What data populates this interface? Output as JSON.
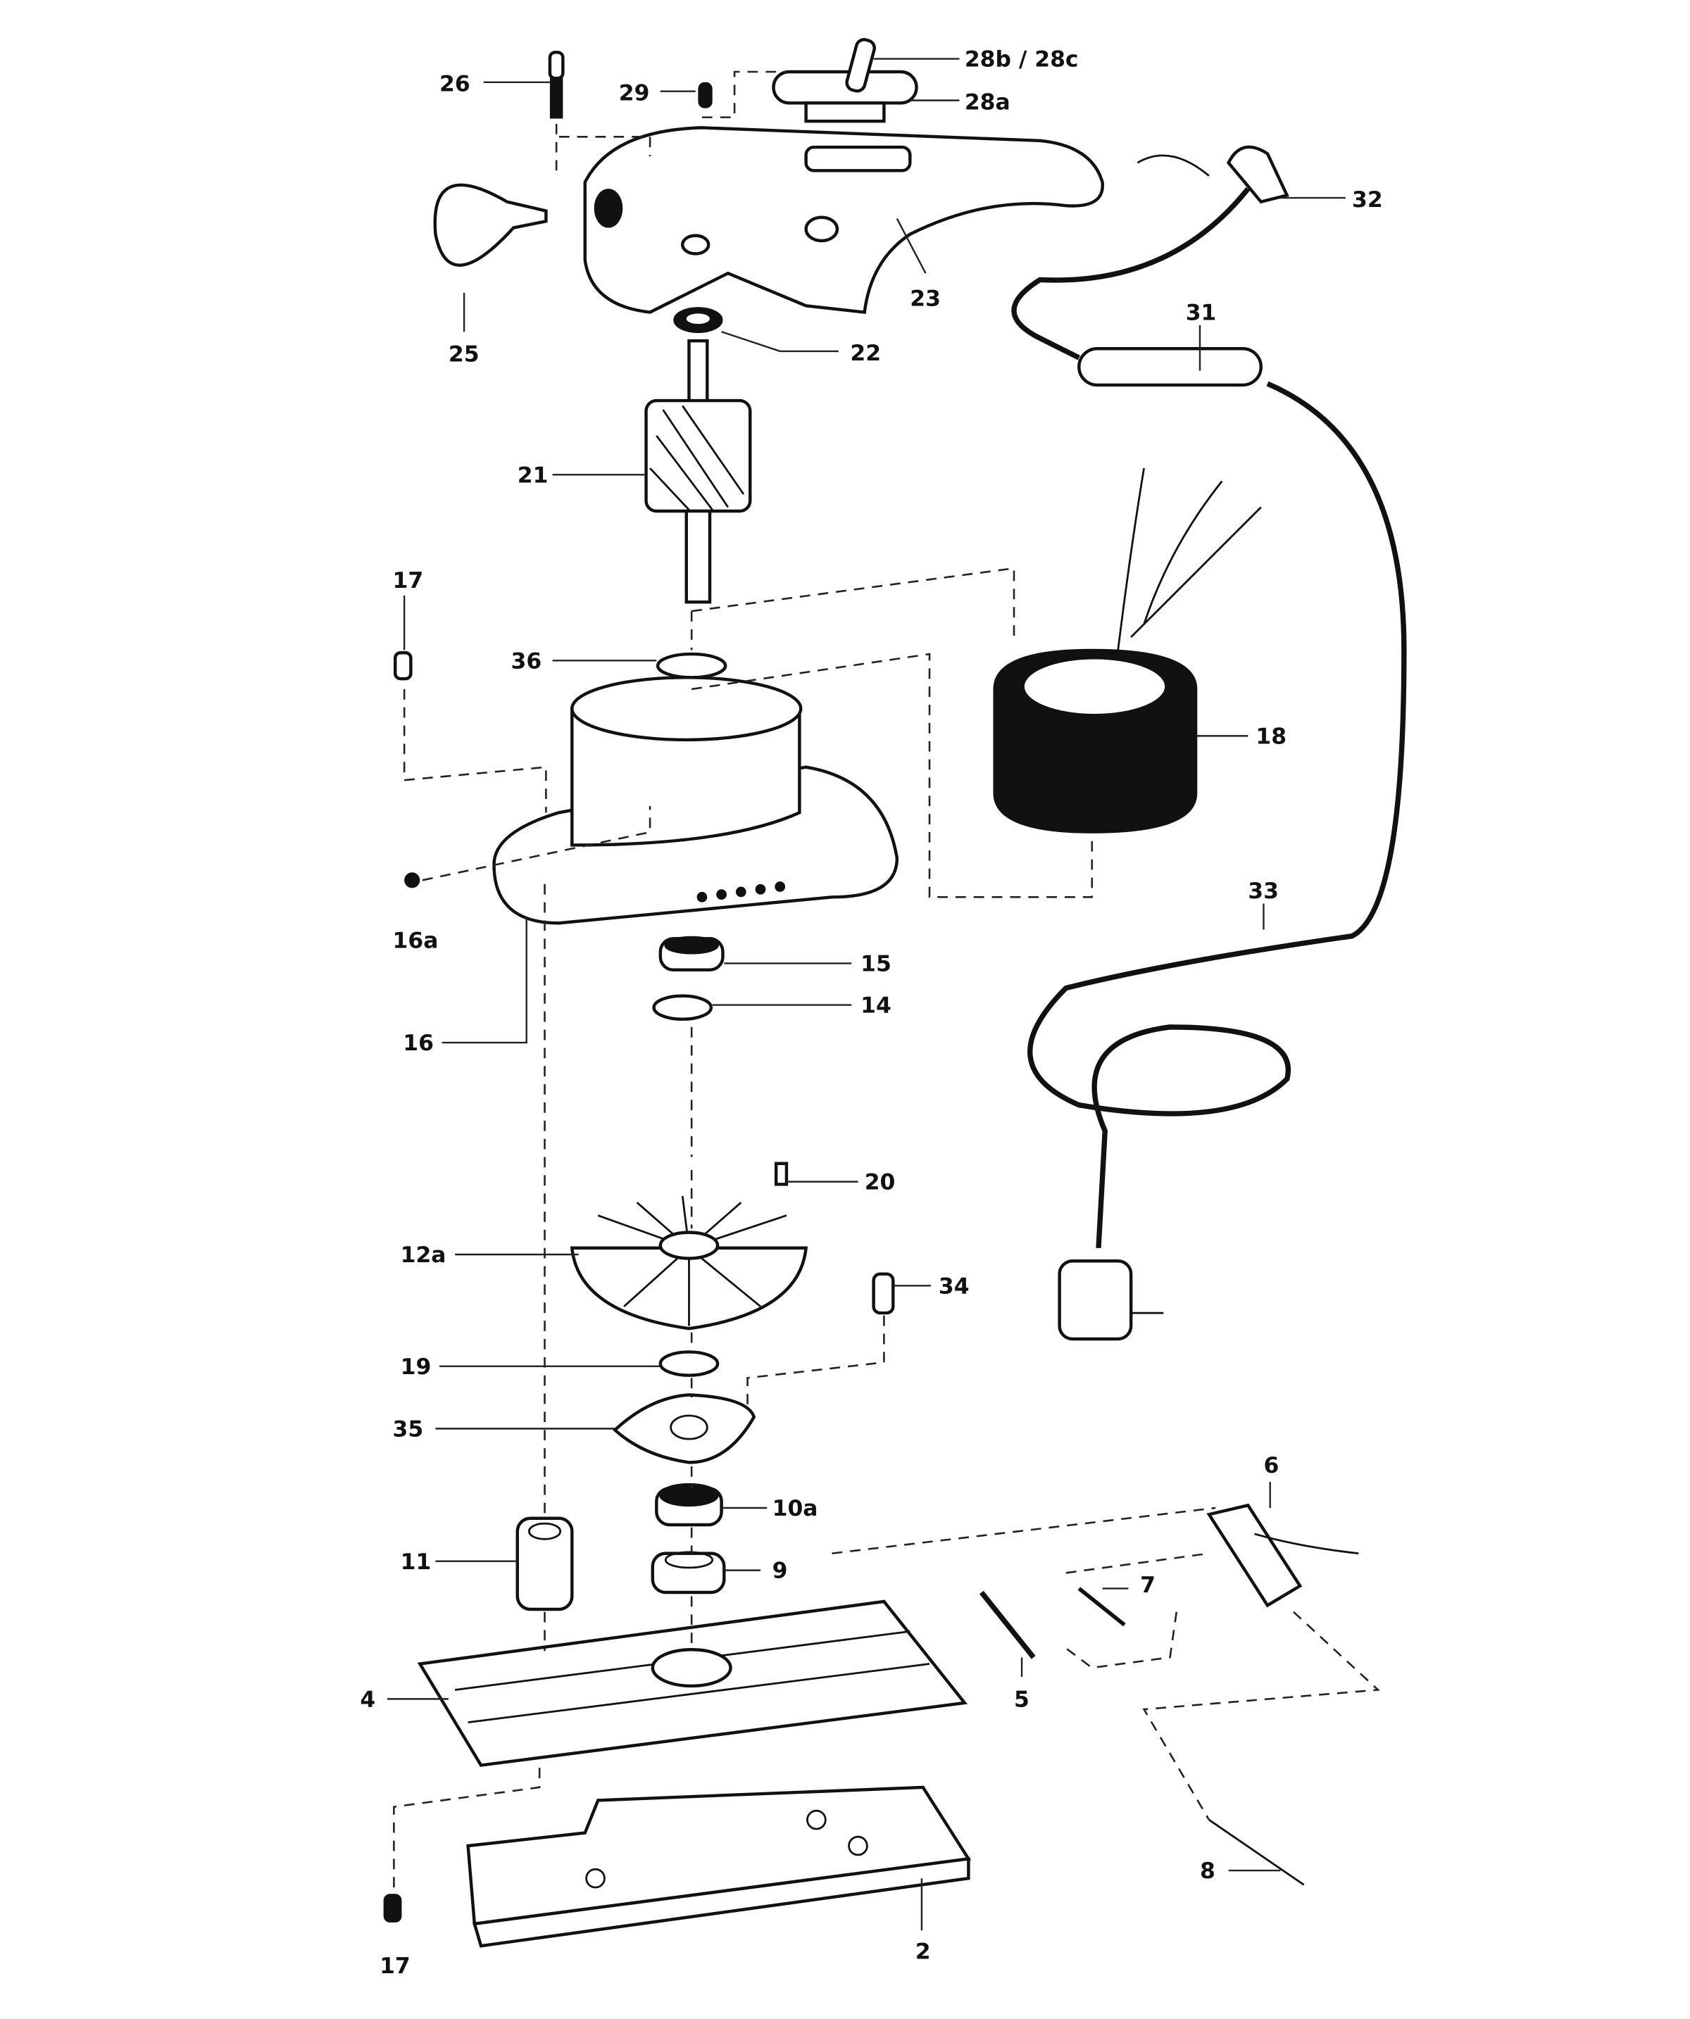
{
  "diagram": {
    "type": "exploded parts diagram",
    "labels": {
      "p26": "26",
      "p29": "29",
      "p28bc": "28b / 28c",
      "p28a": "28a",
      "p32": "32",
      "p23": "23",
      "p25": "25",
      "p22": "22",
      "p31": "31",
      "p21": "21",
      "p17_top": "17",
      "p36": "36",
      "p18": "18",
      "p33": "33",
      "p16a": "16a",
      "p15": "15",
      "p14": "14",
      "p16": "16",
      "p20": "20",
      "p12a": "12a",
      "p34": "34",
      "p19": "19",
      "p35": "35",
      "p10a": "10a",
      "p6": "6",
      "p11": "11",
      "p9": "9",
      "p7": "7",
      "p4": "4",
      "p5": "5",
      "p8": "8",
      "p2": "2",
      "p17_bottom": "17"
    }
  }
}
